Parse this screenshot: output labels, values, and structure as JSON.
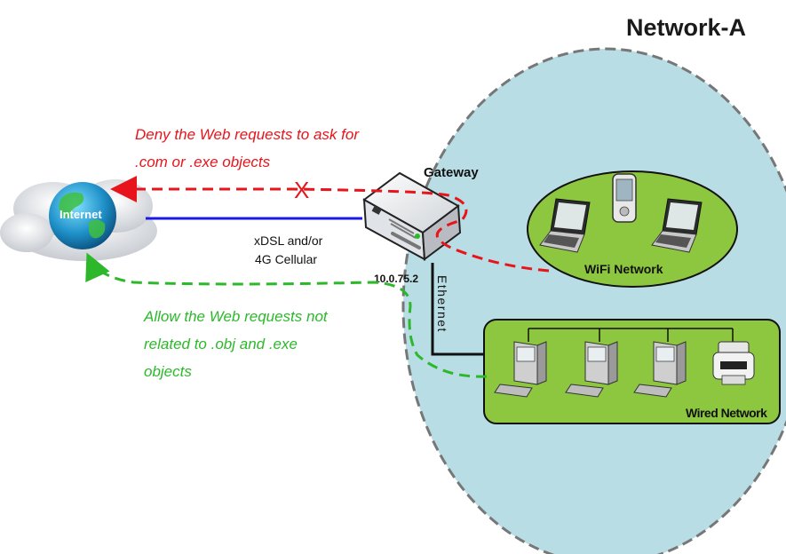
{
  "network_title": "Network-A",
  "deny_caption": {
    "line1": "Deny the Web requests to ask for",
    "line2": ".com or .exe objects"
  },
  "allow_caption": {
    "line1": "Allow the Web requests not",
    "line2": "related to .obj and .exe",
    "line3": "objects"
  },
  "gateway_label": "Gateway",
  "internet_label": "Internet",
  "wan_link": {
    "line1": "xDSL and/or",
    "line2": "4G Cellular"
  },
  "gateway_ip": "10.0.75.2",
  "ethernet_label": "Ethernet",
  "wifi_network_label": "WiFi Network",
  "wired_network_label": "Wired Network",
  "blocked_marker": "X",
  "colors": {
    "deny": "#e8141b",
    "allow": "#2db82b",
    "network_bg": "#b8dde4",
    "network_border": "#777777",
    "subnet_fill": "#8dc63f",
    "subnet_border": "#111111",
    "wan_line": "#1a1ae8"
  }
}
